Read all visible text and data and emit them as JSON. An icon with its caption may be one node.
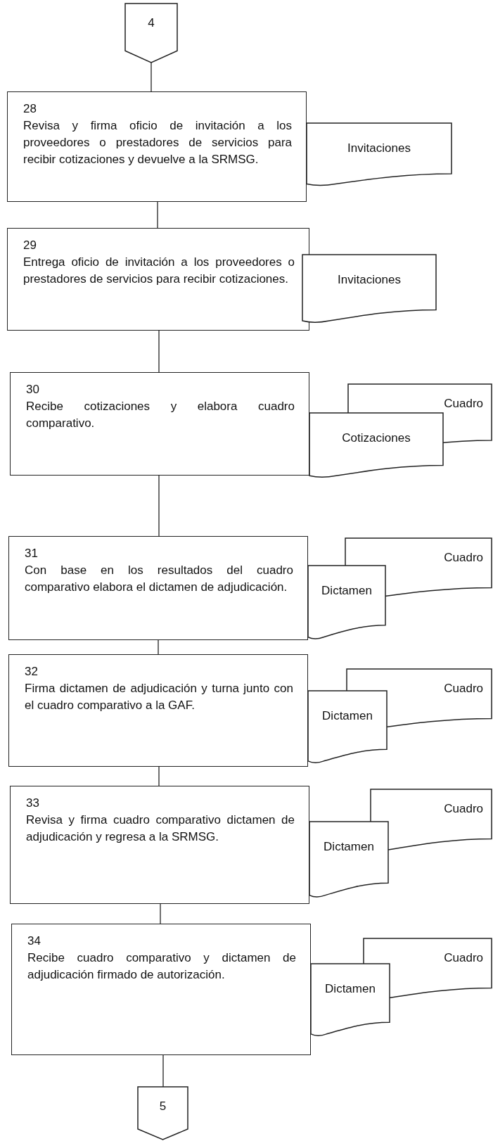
{
  "diagram": {
    "nodes": [
      {
        "text": [
          "4"
        ]
      },
      {
        "text": [
          "28",
          "Revisa y firma oficio de invitación a los proveedores o prestadores de servicios para recibir cotizaciones y devuelve a la SRMSG."
        ]
      },
      {
        "text": [
          "Invitaciones"
        ]
      },
      {
        "text": [
          "29",
          "Entrega oficio de invitación a los proveedores o prestadores de servicios para recibir cotizaciones."
        ]
      },
      {
        "text": [
          "Invitaciones"
        ]
      },
      {
        "text": [
          "30",
          "Recibe cotizaciones y elabora cuadro comparativo."
        ]
      },
      {
        "text": [
          "Cuadro"
        ]
      },
      {
        "text": [
          "Cotizaciones"
        ]
      },
      {
        "text": [
          "31",
          "Con base en los resultados del cuadro comparativo elabora el dictamen de adjudicación."
        ]
      },
      {
        "text": [
          "Cuadro"
        ]
      },
      {
        "text": [
          "Dictamen"
        ]
      },
      {
        "text": [
          "32",
          "Firma dictamen de adjudicación y turna junto con el cuadro comparativo a la GAF."
        ]
      },
      {
        "text": [
          "Cuadro"
        ]
      },
      {
        "text": [
          "Dictamen"
        ]
      },
      {
        "text": [
          "33",
          "Revisa y firma cuadro comparativo dictamen de adjudicación y regresa a la SRMSG."
        ]
      },
      {
        "text": [
          "Cuadro"
        ]
      },
      {
        "text": [
          "Dictamen"
        ]
      },
      {
        "text": [
          "34",
          "Recibe cuadro comparativo y dictamen de adjudicación firmado de autorización."
        ]
      },
      {
        "text": [
          "Cuadro"
        ]
      },
      {
        "text": [
          "Dictamen"
        ]
      },
      {
        "text": [
          "5"
        ]
      }
    ],
    "edges": [
      {
        "from": 0,
        "to": 1,
        "arrow": "none"
      },
      {
        "from": 1,
        "to": 3,
        "arrow": "none"
      },
      {
        "from": 3,
        "to": 5,
        "arrow": "none"
      },
      {
        "from": 5,
        "to": 8,
        "arrow": "none"
      },
      {
        "from": 8,
        "to": 11,
        "arrow": "none"
      },
      {
        "from": 11,
        "to": 14,
        "arrow": "none"
      },
      {
        "from": 14,
        "to": 17,
        "arrow": "none"
      },
      {
        "from": 17,
        "to": 20,
        "arrow": "none"
      }
    ]
  }
}
